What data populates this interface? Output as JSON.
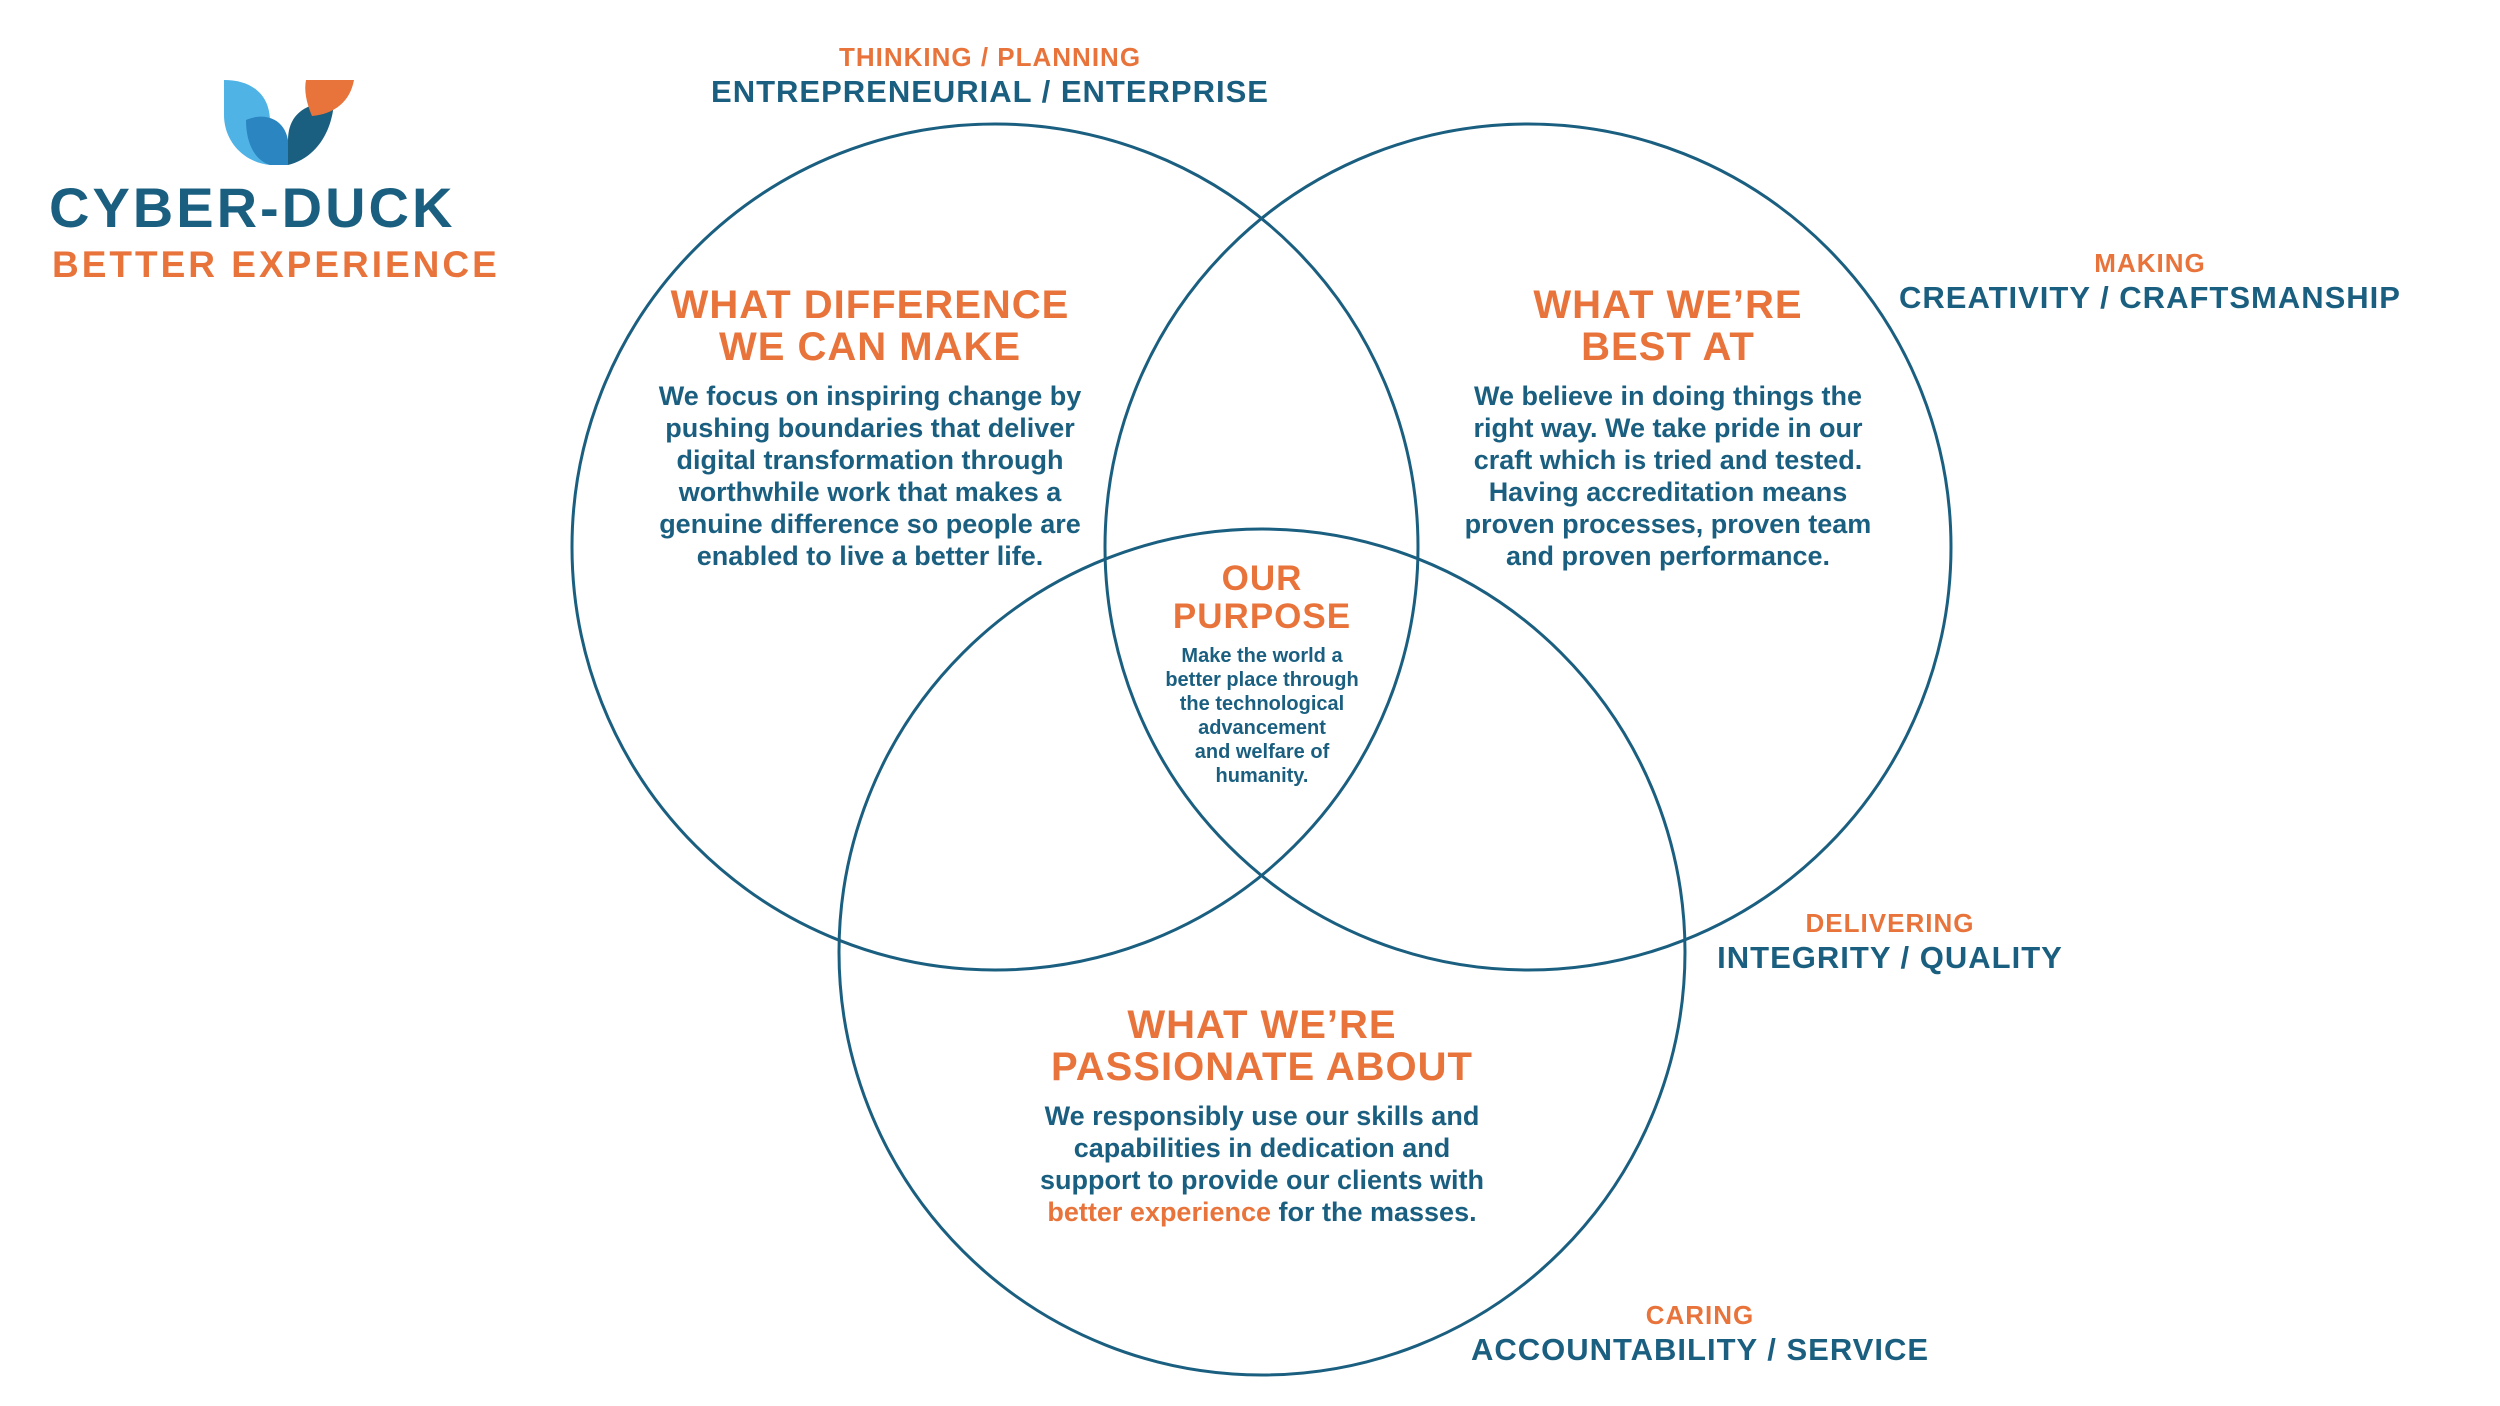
{
  "brand": {
    "name": "CYBER-DUCK",
    "tagline": "BETTER EXPERIENCE"
  },
  "colors": {
    "orange": "#e8743b",
    "blue": "#1b5f80",
    "light_blue": "#4fb3e6",
    "mid_blue": "#2b85c0"
  },
  "top_label": {
    "small": "THINKING / PLANNING",
    "big": "ENTREPRENEURIAL / ENTERPRISE"
  },
  "right_label": {
    "small": "MAKING",
    "big": "CREATIVITY / CRAFTSMANSHIP"
  },
  "mid_right_label": {
    "small": "DELIVERING",
    "big": "INTEGRITY / QUALITY"
  },
  "bottom_label": {
    "small": "CARING",
    "big": "ACCOUNTABILITY / SERVICE"
  },
  "left_circle": {
    "title_1": "WHAT DIFFERENCE",
    "title_2": "WE CAN MAKE",
    "body": [
      "We focus on inspiring change by",
      "pushing boundaries that deliver",
      "digital transformation through",
      "worthwhile work that makes a",
      "genuine difference so people are",
      "enabled to live a better life."
    ]
  },
  "right_circle": {
    "title_1": "WHAT WE’RE",
    "title_2": "BEST AT",
    "body": [
      "We believe in doing things the",
      "right way. We take pride in our",
      "craft which is tried and tested.",
      "Having accreditation means",
      "proven processes, proven team",
      "and proven performance."
    ]
  },
  "bottom_circle": {
    "title_1": "WHAT WE’RE",
    "title_2": "PASSIONATE ABOUT",
    "body": [
      "We responsibly use our skills and",
      "capabilities in dedication and",
      "support to provide our clients with"
    ],
    "last_line_highlight": "better experience",
    "last_line_rest": " for the masses."
  },
  "center": {
    "title_1": "OUR",
    "title_2": "PURPOSE",
    "body": [
      "Make the world a",
      "better place through",
      "the technological",
      "advancement",
      "and welfare of",
      "humanity."
    ]
  }
}
